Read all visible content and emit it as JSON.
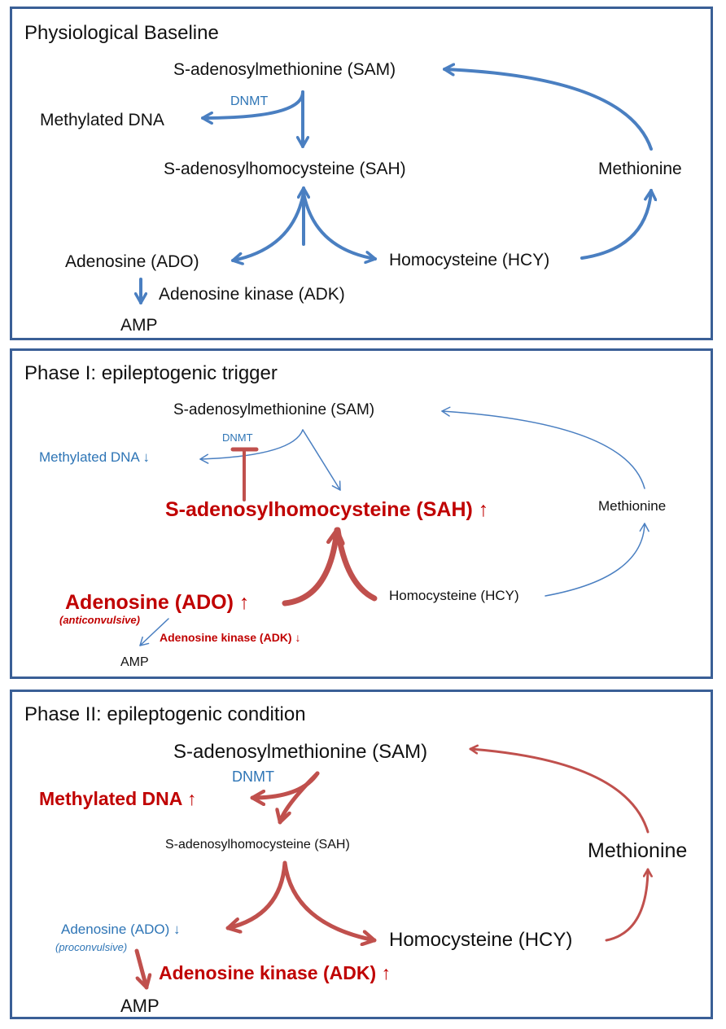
{
  "colors": {
    "frame": "#3a5f96",
    "blue_arrow": "#4a7fc1",
    "red_arrow": "#c0504d",
    "blue_text": "#2e75b6",
    "red_text": "#c00000"
  },
  "panel1": {
    "title": "Physiological Baseline",
    "sam": "S-adenosylmethionine (SAM)",
    "dnmt": "DNMT",
    "methylated_dna": "Methylated DNA",
    "sah": "S-adenosylhomocysteine (SAH)",
    "methionine": "Methionine",
    "adenosine": "Adenosine (ADO)",
    "homocysteine": "Homocysteine (HCY)",
    "adk": "Adenosine kinase (ADK)",
    "amp": "AMP"
  },
  "panel2": {
    "title": "Phase I: epileptogenic trigger",
    "sam": "S-adenosylmethionine (SAM)",
    "dnmt": "DNMT",
    "methylated_dna": "Methylated DNA ↓",
    "sah": "S-adenosylhomocysteine (SAH) ↑",
    "methionine": "Methionine",
    "adenosine": "Adenosine (ADO) ↑",
    "anticonvulsive": "(anticonvulsive)",
    "homocysteine": "Homocysteine (HCY)",
    "adk": "Adenosine kinase (ADK) ↓",
    "amp": "AMP"
  },
  "panel3": {
    "title": "Phase II: epileptogenic condition",
    "sam": "S-adenosylmethionine (SAM)",
    "dnmt": "DNMT",
    "methylated_dna": "Methylated DNA ↑",
    "sah": "S-adenosylhomocysteine (SAH)",
    "methionine": "Methionine",
    "adenosine": "Adenosine (ADO) ↓",
    "proconvulsive": "(proconvulsive)",
    "homocysteine": "Homocysteine (HCY)",
    "adk": "Adenosine kinase (ADK) ↑",
    "amp": "AMP"
  }
}
